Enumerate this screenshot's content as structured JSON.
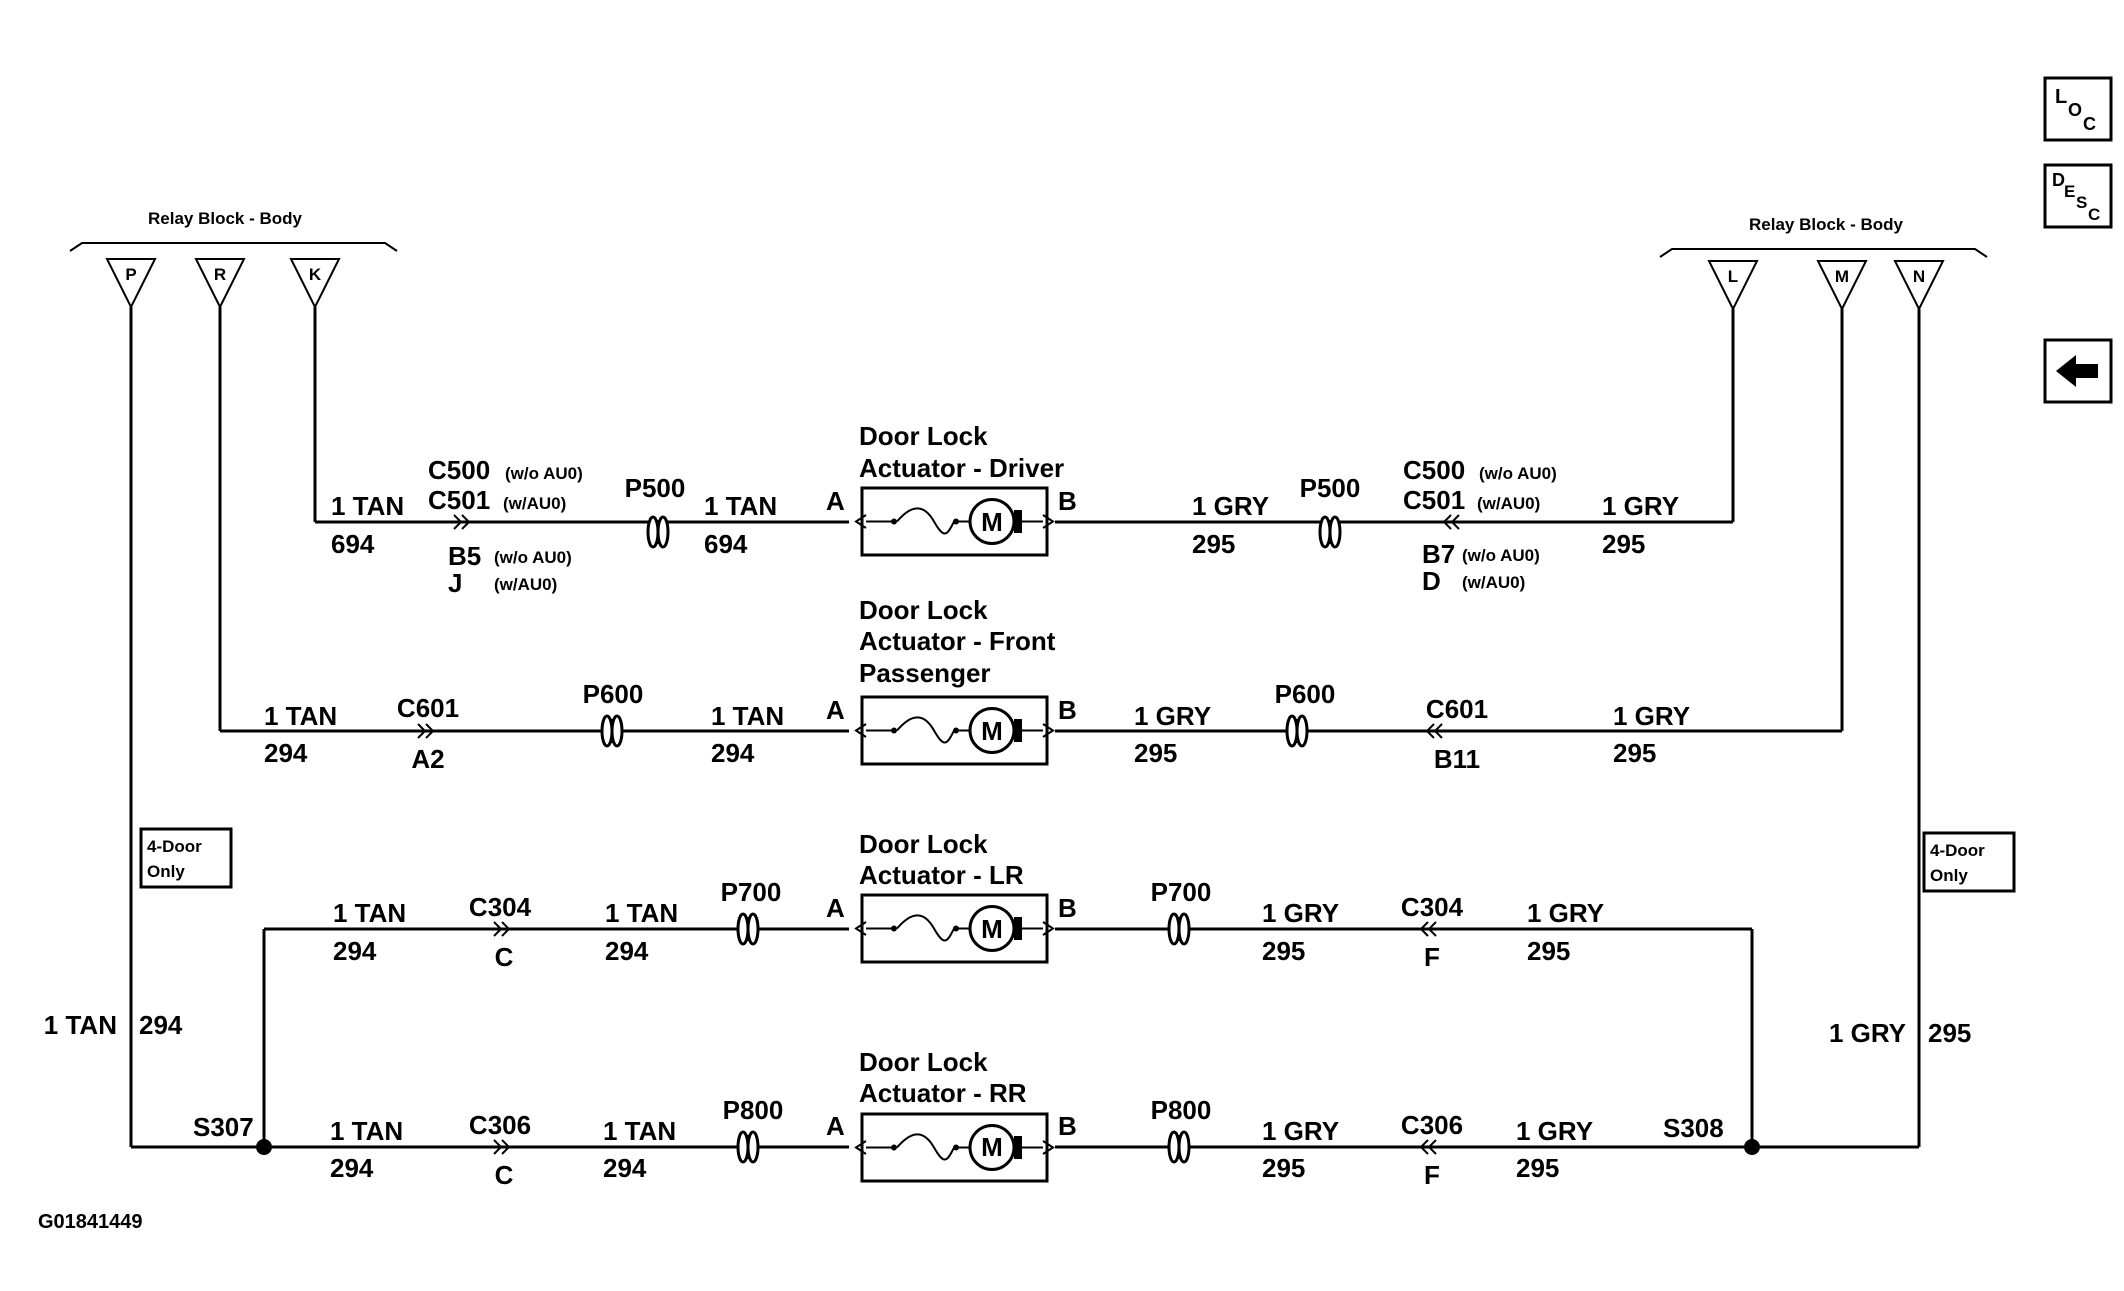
{
  "relay_left_title": "Relay Block - Body",
  "relay_right_title": "Relay Block - Body",
  "terminals": {
    "P": "P",
    "R": "R",
    "K": "K",
    "L": "L",
    "M": "M",
    "N": "N"
  },
  "nav": {
    "loc": {
      "b": "L",
      "s1": "O",
      "s2": "C"
    },
    "desc": {
      "b": "D",
      "s1": "E",
      "s2": "S",
      "s3": "C"
    },
    "back_icon": "left-arrow-icon"
  },
  "driver": {
    "title1": "Door Lock",
    "title2": "Actuator - Driver",
    "wire_l1": "1 TAN",
    "wire_l1_num": "694",
    "conn_l_a": "C500",
    "conn_l_a_note": "(w/o AU0)",
    "conn_l_b": "C501",
    "conn_l_b_note": "(w/AU0)",
    "pin_l_a": "B5",
    "pin_l_a_note": "(w/o AU0)",
    "pin_l_b": "J",
    "pin_l_b_note": "(w/AU0)",
    "splice_l": "P500",
    "wire_l2": "1 TAN",
    "wire_l2_num": "694",
    "term_a": "A",
    "term_b": "B",
    "wire_r1": "1 GRY",
    "wire_r1_num": "295",
    "splice_r": "P500",
    "conn_r_a": "C500",
    "conn_r_a_note": "(w/o AU0)",
    "conn_r_b": "C501",
    "conn_r_b_note": "(w/AU0)",
    "pin_r_a": "B7",
    "pin_r_a_note": "(w/o AU0)",
    "pin_r_b": "D",
    "pin_r_b_note": "(w/AU0)",
    "wire_r2": "1 GRY",
    "wire_r2_num": "295"
  },
  "front_pass": {
    "title1": "Door Lock",
    "title2": "Actuator - Front",
    "title3": "Passenger",
    "wire_l1": "1 TAN",
    "wire_l1_num": "294",
    "conn_l": "C601",
    "pin_l": "A2",
    "splice_l": "P600",
    "wire_l2": "1 TAN",
    "wire_l2_num": "294",
    "term_a": "A",
    "term_b": "B",
    "wire_r1": "1 GRY",
    "wire_r1_num": "295",
    "splice_r": "P600",
    "conn_r": "C601",
    "pin_r": "B11",
    "wire_r2": "1 GRY",
    "wire_r2_num": "295"
  },
  "lr": {
    "title1": "Door Lock",
    "title2": "Actuator - LR",
    "wire_l1": "1 TAN",
    "wire_l1_num": "294",
    "conn_l": "C304",
    "pin_l": "C",
    "wire_l2": "1 TAN",
    "wire_l2_num": "294",
    "splice_l": "P700",
    "term_a": "A",
    "term_b": "B",
    "splice_r": "P700",
    "wire_r1": "1 GRY",
    "wire_r1_num": "295",
    "conn_r": "C304",
    "pin_r": "F",
    "wire_r2": "1 GRY",
    "wire_r2_num": "295"
  },
  "rr": {
    "title1": "Door Lock",
    "title2": "Actuator - RR",
    "wire_l1": "1 TAN",
    "wire_l1_num": "294",
    "conn_l": "C306",
    "pin_l": "C",
    "wire_l2": "1 TAN",
    "wire_l2_num": "294",
    "splice_l": "P800",
    "term_a": "A",
    "term_b": "B",
    "splice_r": "P800",
    "wire_r1": "1 GRY",
    "wire_r1_num": "295",
    "conn_r": "C306",
    "pin_r": "F",
    "wire_r2": "1 GRY",
    "wire_r2_num": "295"
  },
  "motor_label": "M",
  "left_vertical": {
    "wire": "1 TAN",
    "num": "294",
    "note1": "4-Door",
    "note2": "Only",
    "splice": "S307"
  },
  "right_vertical": {
    "wire": "1 GRY",
    "num": "295",
    "note1": "4-Door",
    "note2": "Only",
    "splice": "S308"
  },
  "figure_id": "G01841449"
}
